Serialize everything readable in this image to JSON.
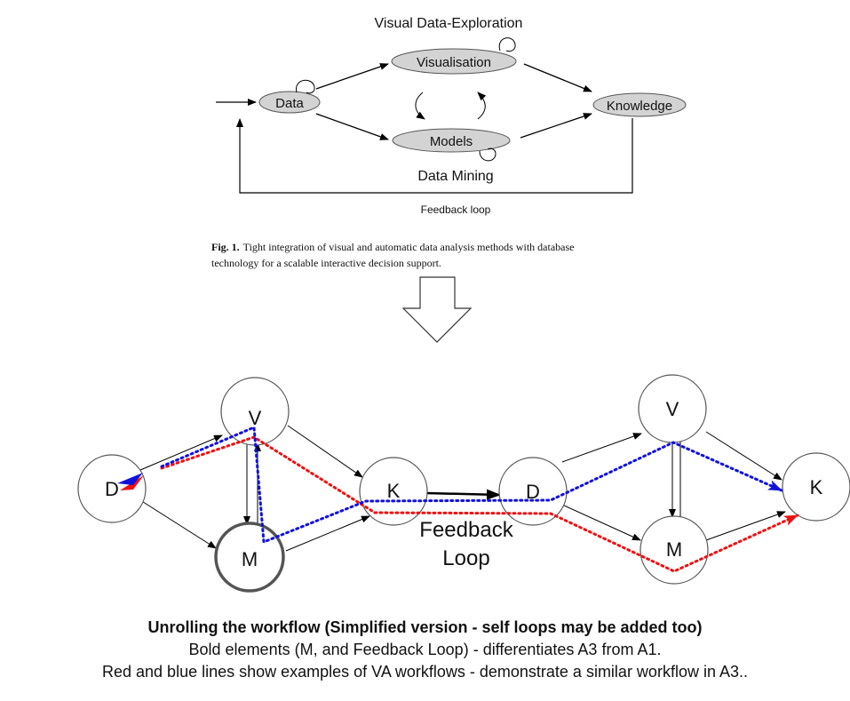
{
  "top_figure": {
    "title": "Visual Data-Exploration",
    "nodes": {
      "data": "Data",
      "visualisation": "Visualisation",
      "models": "Models",
      "knowledge": "Knowledge"
    },
    "data_mining_label": "Data Mining",
    "feedback_label": "Feedback loop",
    "fig_caption_bold": "Fig. 1.",
    "fig_caption_line1": "Tight integration of visual and automatic data analysis methods with database",
    "fig_caption_line2": "technology for a scalable interactive decision support."
  },
  "unrolled": {
    "first": {
      "d": "D",
      "v": "V",
      "m": "M",
      "k": "K"
    },
    "second": {
      "d": "D",
      "v": "V",
      "m": "M",
      "k": "K"
    },
    "feedback_line1": "Feedback",
    "feedback_line2": "Loop"
  },
  "caption": {
    "line1": "Unrolling the workflow (Simplified version - self loops may be added too)",
    "line2": "Bold elements (M, and Feedback Loop) - differentiates A3 from A1.",
    "line3": "Red and blue lines show examples of VA workflows - demonstrate a similar workflow in A3.."
  },
  "colors": {
    "red_path": "#ee1111",
    "blue_path": "#1111dd",
    "node_fill": "#d3d3d3"
  }
}
